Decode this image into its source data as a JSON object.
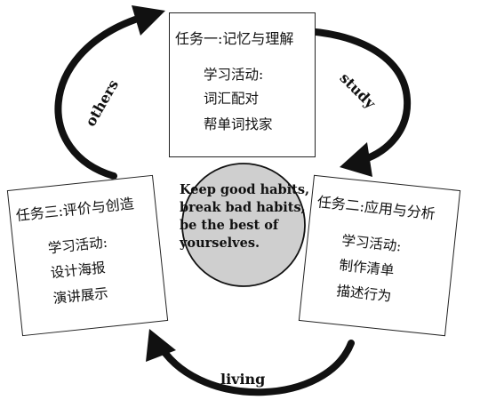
{
  "center": {
    "lines": [
      "Keep good habits,",
      "break bad habits,",
      "be the best of",
      "yourselves."
    ],
    "fill": "#cfcfcf"
  },
  "tasks": [
    {
      "title": "任务一:记忆与理解",
      "activity_heading": "学习活动:",
      "activities": [
        "词汇配对",
        "帮单词找家"
      ]
    },
    {
      "title": "任务二:应用与分析",
      "activity_heading": "学习活动:",
      "activities": [
        "制作清单",
        "描述行为"
      ]
    },
    {
      "title": "任务三:评价与创造",
      "activity_heading": "学习活动:",
      "activities": [
        "设计海报",
        "演讲展示"
      ]
    }
  ],
  "arrows": {
    "study": "study",
    "living": "living",
    "others": "others"
  },
  "colors": {
    "line": "#111111",
    "box_border": "#222222"
  }
}
